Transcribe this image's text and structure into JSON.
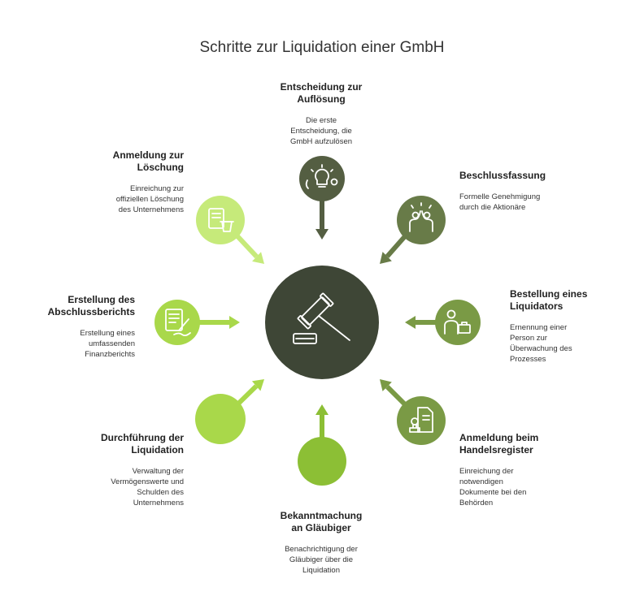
{
  "title": "Schritte zur Liquidation einer GmbH",
  "colors": {
    "center": "#3e4636",
    "dark_green": "#545e42",
    "mid_green": "#687b48",
    "olive_green": "#7a9a45",
    "light_green": "#8cbf35",
    "lime": "#a9d84a",
    "pale_lime": "#c6ea7a",
    "icon_white": "#ffffff"
  },
  "center": {
    "icon": "gavel-icon"
  },
  "steps": [
    {
      "key": "entscheidung",
      "title": "Entscheidung zur Auflösung",
      "title_lines": [
        "Entscheidung zur",
        "Auflösung"
      ],
      "desc_lines": [
        "Die erste",
        "Entscheidung, die",
        "GmbH aufzulösen"
      ],
      "icon": "lightbulb-gear-icon",
      "color": "dark_green"
    },
    {
      "key": "beschluss",
      "title_lines": [
        "Beschlussfassung"
      ],
      "desc_lines": [
        "Formelle Genehmigung",
        "durch die Aktionäre"
      ],
      "icon": "people-agreement-icon",
      "color": "mid_green"
    },
    {
      "key": "liquidator",
      "title_lines": [
        "Bestellung eines",
        "Liquidators"
      ],
      "desc_lines": [
        "Ernennung einer",
        "Person zur",
        "Überwachung des",
        "Prozesses"
      ],
      "icon": "person-briefcase-icon",
      "color": "olive_green"
    },
    {
      "key": "handelsregister",
      "title_lines": [
        "Anmeldung beim",
        "Handelsregister"
      ],
      "desc_lines": [
        "Einreichung der",
        "notwendigen",
        "Dokumente bei den",
        "Behörden"
      ],
      "icon": "document-stamp-icon",
      "color": "olive_green"
    },
    {
      "key": "glaeubiger",
      "title_lines": [
        "Bekanntmachung",
        "an Gläubiger"
      ],
      "desc_lines": [
        "Benachrichtigung der",
        "Gläubiger über die",
        "Liquidation"
      ],
      "icon": "",
      "color": "light_green"
    },
    {
      "key": "durchfuehrung",
      "title_lines": [
        "Durchführung der",
        "Liquidation"
      ],
      "desc_lines": [
        "Verwaltung der",
        "Vermögenswerte und",
        "Schulden des",
        "Unternehmens"
      ],
      "icon": "",
      "color": "lime"
    },
    {
      "key": "abschluss",
      "title_lines": [
        "Erstellung des",
        "Abschlussberichts"
      ],
      "desc_lines": [
        "Erstellung eines",
        "umfassenden",
        "Finanzberichts"
      ],
      "icon": "report-pen-icon",
      "color": "lime"
    },
    {
      "key": "loeschung",
      "title_lines": [
        "Anmeldung zur",
        "Löschung"
      ],
      "desc_lines": [
        "Einreichung zur",
        "offiziellen Löschung",
        "des Unternehmens"
      ],
      "icon": "document-trash-icon",
      "color": "pale_lime"
    }
  ]
}
